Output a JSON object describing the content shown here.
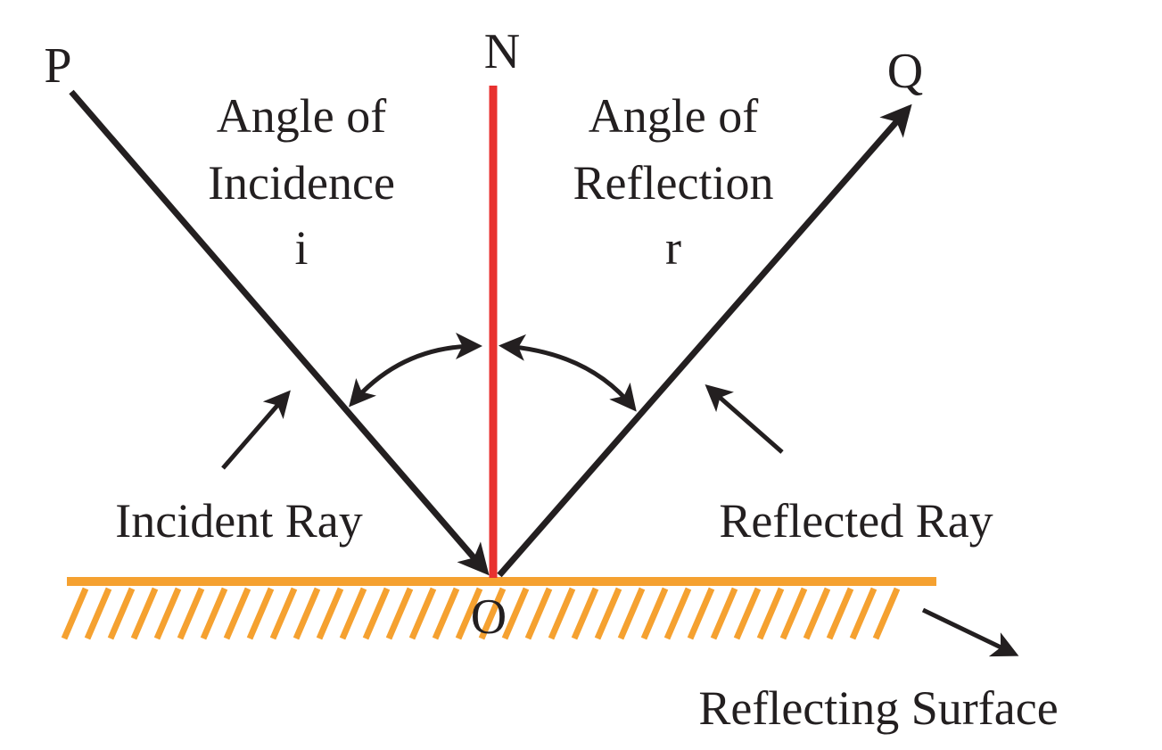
{
  "points": {
    "p": "P",
    "n": "N",
    "q": "Q",
    "o": "O"
  },
  "labels": {
    "angle_incidence": [
      "Angle of",
      "Incidence",
      "i"
    ],
    "angle_reflection": [
      "Angle of",
      "Reflection",
      "r"
    ],
    "incident_ray": "Incident Ray",
    "reflected_ray": "Reflected Ray",
    "reflecting_surface": "Reflecting Surface"
  },
  "colors": {
    "ray": "#231f20",
    "normal": "#e8312f",
    "surface": "#f5a130",
    "text": "#231f20"
  }
}
